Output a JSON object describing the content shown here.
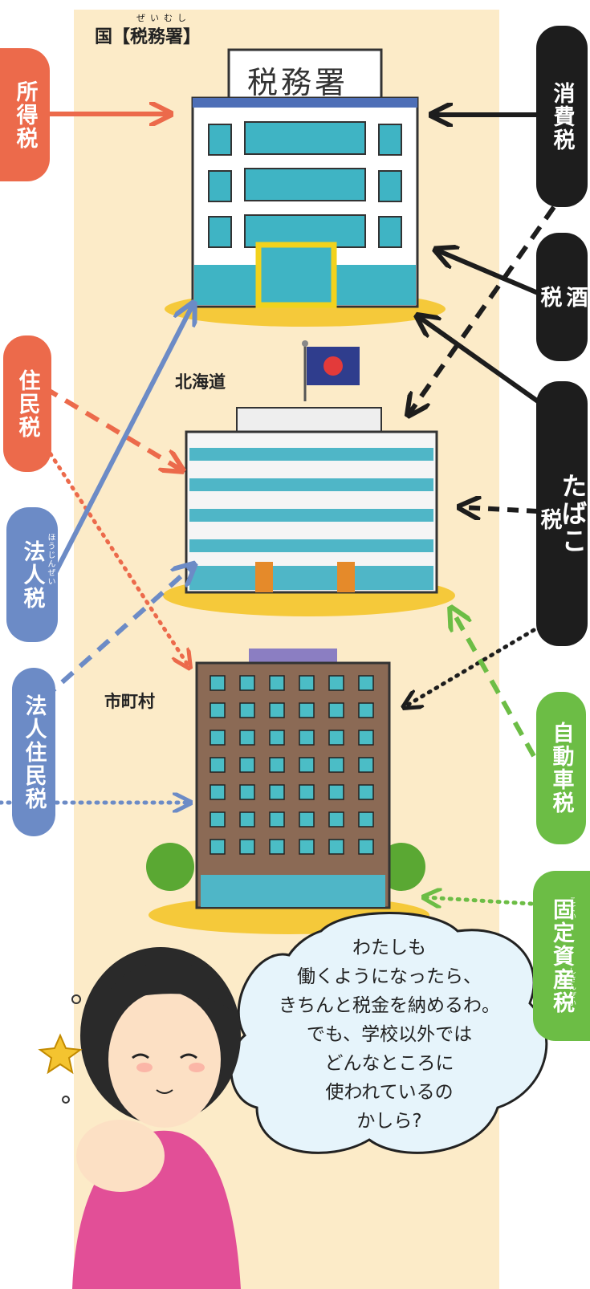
{
  "header": {
    "title": "国【税務署】",
    "ruby": "ぜいむしょ"
  },
  "buildings": {
    "national_sign": "税務署",
    "prefecture_label": "北海道",
    "municipality_label": "市町村"
  },
  "taxes": {
    "income": "所得税",
    "consumption": "消費税",
    "liquor_top": "酒",
    "liquor_bottom": "税",
    "resident": "住民税",
    "corporate": "法人税",
    "corporate_ruby": "ほうじんぜい",
    "tobacco": "たばこ",
    "tobacco_suffix": "税",
    "corporate_resident": "法人住民税",
    "automobile": "自動車税",
    "property": "固定資産税",
    "property_ruby_1": "こてい",
    "property_ruby_2": "しさんぜい"
  },
  "speech": {
    "lines": [
      "わたしも",
      "働くようになったら、",
      "きちんと税金を納めるわ。",
      "でも、学校以外では",
      "どんなところに",
      "使われているの",
      "かしら?"
    ]
  },
  "colors": {
    "national_tax": "#1d1d1d",
    "prefectural_tax": "#ec6a4b",
    "corporate_tax": "#6c8bc6",
    "automobile_tax": "#6cbd45",
    "background_band": "#fcebc8"
  }
}
